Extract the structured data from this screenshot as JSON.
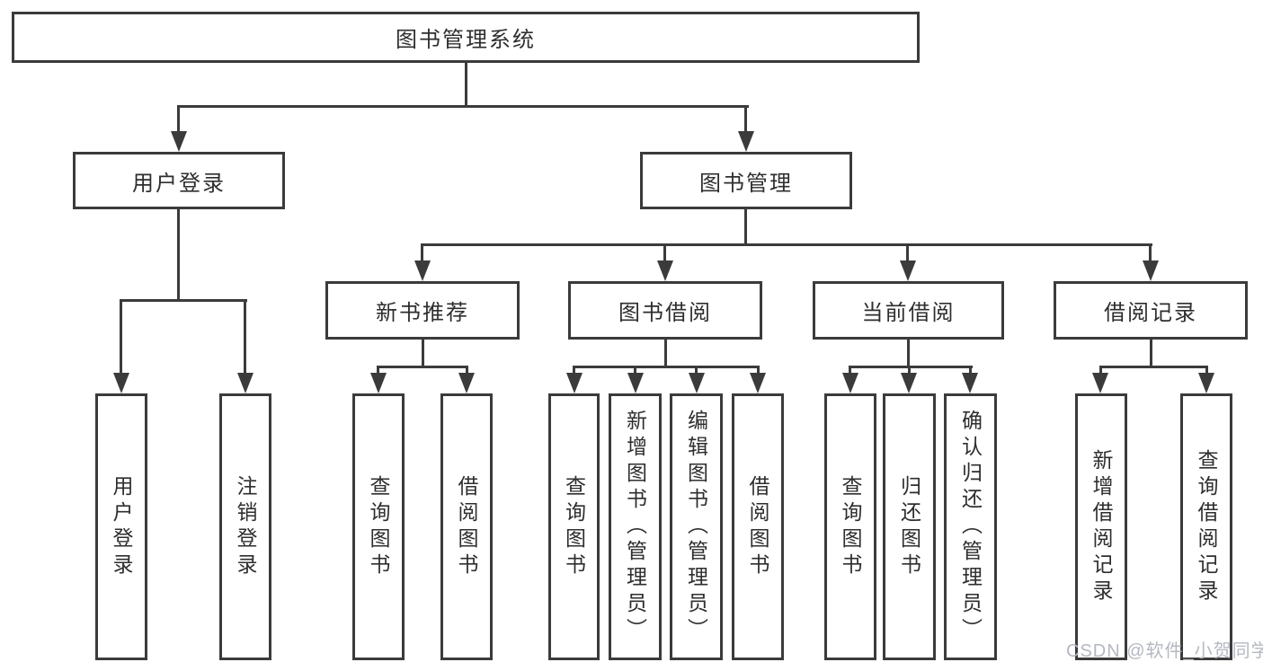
{
  "root": {
    "label": "图书管理系统"
  },
  "level2": {
    "user_login": "用户登录",
    "book_mgmt": "图书管理"
  },
  "level3": {
    "new_book": "新书推荐",
    "book_borrow": "图书借阅",
    "current_borrow": "当前借阅",
    "borrow_records": "借阅记录"
  },
  "leaves": {
    "user_login": [
      "用户登录",
      "注销登录"
    ],
    "new_book": [
      "查询图书",
      "借阅图书"
    ],
    "book_borrow": [
      "查询图书",
      "新增图书（管理员）",
      "编辑图书（管理员）",
      "借阅图书"
    ],
    "current_borrow": [
      "查询图书",
      "归还图书",
      "确认归还（管理员）"
    ],
    "borrow_records": [
      "新增借阅记录",
      "查询借阅记录"
    ]
  },
  "watermark": {
    "text": "CSDN @软件_小贺同学"
  },
  "colors": {
    "line": "#3b3b3b",
    "text": "#2e2e2e",
    "watermark": "#b4b8c1",
    "background": "#ffffff"
  }
}
